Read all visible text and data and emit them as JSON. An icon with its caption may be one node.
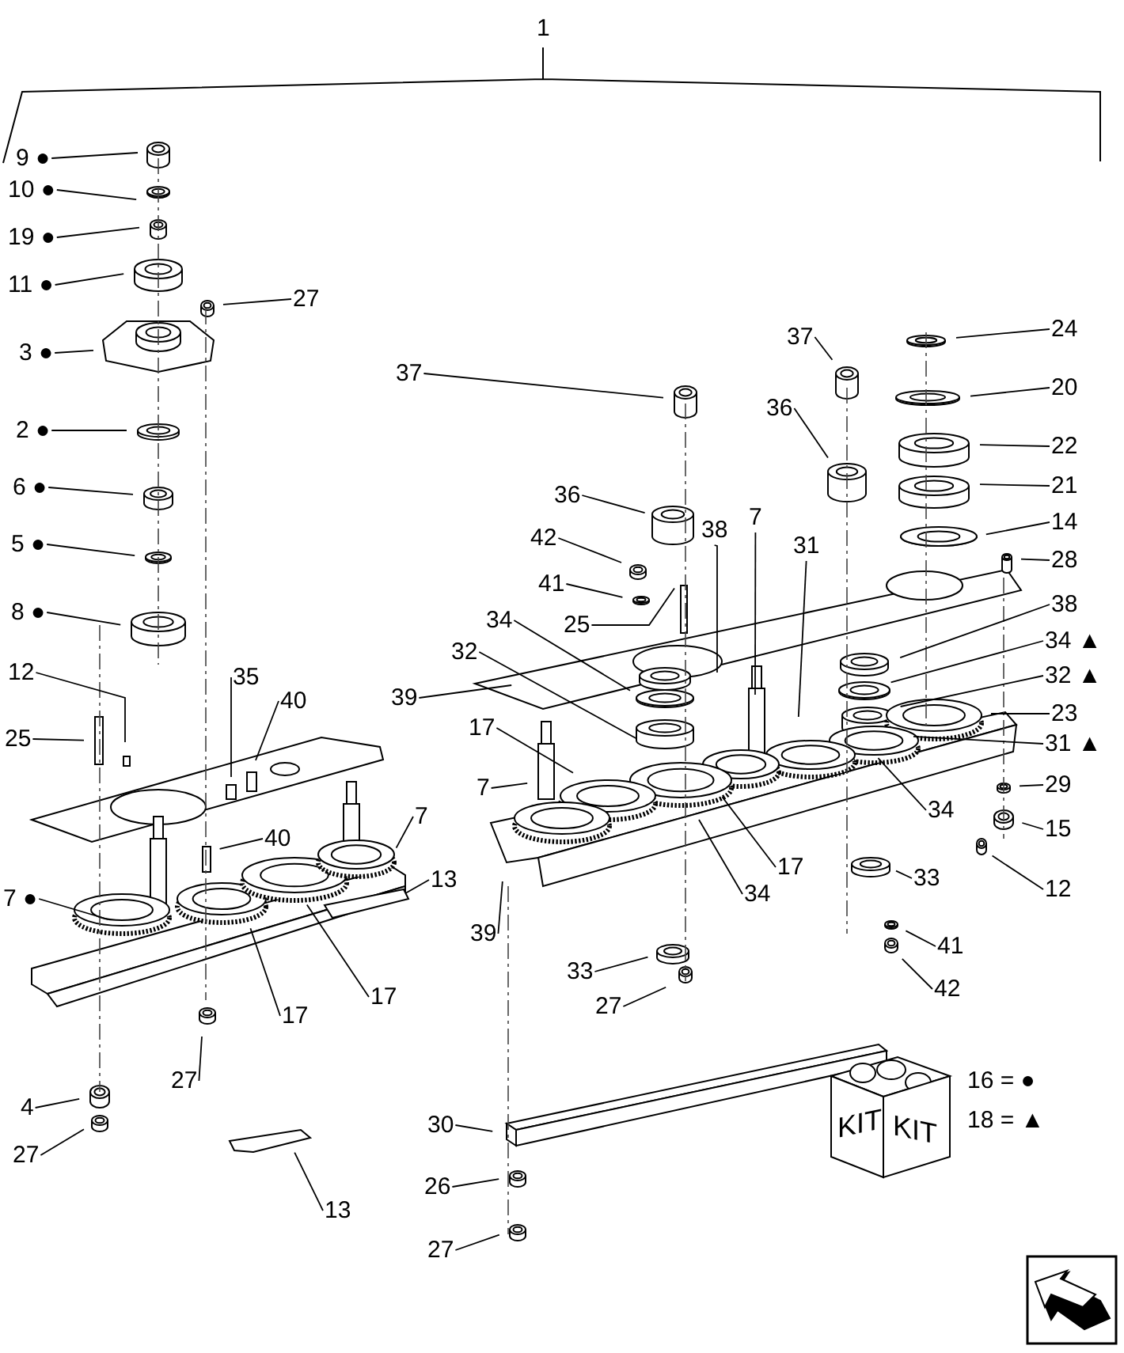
{
  "diagram": {
    "nodes": [
      {
        "text": [
          "9 ●"
        ]
      },
      {
        "text": [
          "10 ●"
        ]
      },
      {
        "text": [
          "19 ●"
        ]
      },
      {
        "text": [
          "11 ●"
        ]
      },
      {
        "text": [
          "3 ●"
        ]
      },
      {
        "text": [
          "27"
        ]
      },
      {
        "text": [
          "2 ●"
        ]
      },
      {
        "text": [
          "6 ●"
        ]
      },
      {
        "text": [
          "5 ●"
        ]
      },
      {
        "text": [
          "8 ●"
        ]
      },
      {
        "text": [
          "12"
        ]
      },
      {
        "text": [
          "25"
        ]
      },
      {
        "text": [
          "35"
        ]
      },
      {
        "text": [
          "40"
        ]
      },
      {
        "text": [
          "40"
        ]
      },
      {
        "text": [
          "7"
        ]
      },
      {
        "text": [
          "7 ●"
        ]
      },
      {
        "text": [
          "13"
        ]
      },
      {
        "text": [
          "17"
        ]
      },
      {
        "text": [
          "17"
        ]
      },
      {
        "text": [
          "27"
        ]
      },
      {
        "text": [
          "4"
        ]
      },
      {
        "text": [
          "27"
        ]
      },
      {
        "text": [
          "13"
        ]
      },
      {
        "text": [
          "37"
        ]
      },
      {
        "text": [
          "36"
        ]
      },
      {
        "text": [
          "42"
        ]
      },
      {
        "text": [
          "41"
        ]
      },
      {
        "text": [
          "25"
        ]
      },
      {
        "text": [
          "38"
        ]
      },
      {
        "text": [
          "7"
        ]
      },
      {
        "text": [
          "31"
        ]
      },
      {
        "text": [
          "34"
        ]
      },
      {
        "text": [
          "32"
        ]
      },
      {
        "text": [
          "39"
        ]
      },
      {
        "text": [
          "37"
        ]
      },
      {
        "text": [
          "36"
        ]
      },
      {
        "text": [
          "24"
        ]
      },
      {
        "text": [
          "20"
        ]
      },
      {
        "text": [
          "22"
        ]
      },
      {
        "text": [
          "21"
        ]
      },
      {
        "text": [
          "14"
        ]
      },
      {
        "text": [
          "28"
        ]
      },
      {
        "text": [
          "38"
        ]
      },
      {
        "text": [
          "34 ▲"
        ]
      },
      {
        "text": [
          "32 ▲"
        ]
      },
      {
        "text": [
          "23"
        ]
      },
      {
        "text": [
          "31 ▲"
        ]
      },
      {
        "text": [
          "17"
        ]
      },
      {
        "text": [
          "7"
        ]
      },
      {
        "text": [
          "17"
        ]
      },
      {
        "text": [
          "34"
        ]
      },
      {
        "text": [
          "34"
        ]
      },
      {
        "text": [
          "39"
        ]
      },
      {
        "text": [
          "29"
        ]
      },
      {
        "text": [
          "15"
        ]
      },
      {
        "text": [
          "12"
        ]
      },
      {
        "text": [
          "33"
        ]
      },
      {
        "text": [
          "33"
        ]
      },
      {
        "text": [
          "27"
        ]
      },
      {
        "text": [
          "41"
        ]
      },
      {
        "text": [
          "42"
        ]
      },
      {
        "text": [
          "30"
        ]
      },
      {
        "text": [
          "26"
        ]
      },
      {
        "text": [
          "27"
        ]
      }
    ],
    "edges": [
      {
        "from": 0,
        "to": null,
        "arrow": "none"
      },
      {
        "from": 1,
        "to": null,
        "arrow": "none"
      },
      {
        "from": 2,
        "to": null,
        "arrow": "none"
      },
      {
        "from": 3,
        "to": null,
        "arrow": "none"
      },
      {
        "from": 4,
        "to": null,
        "arrow": "none"
      },
      {
        "from": 5,
        "to": null,
        "arrow": "none"
      },
      {
        "from": 6,
        "to": null,
        "arrow": "none"
      },
      {
        "from": 7,
        "to": null,
        "arrow": "none"
      },
      {
        "from": 8,
        "to": null,
        "arrow": "none"
      },
      {
        "from": 9,
        "to": null,
        "arrow": "none"
      },
      {
        "from": 10,
        "to": null,
        "arrow": "none"
      },
      {
        "from": 11,
        "to": null,
        "arrow": "none"
      },
      {
        "from": 12,
        "to": null,
        "arrow": "none"
      },
      {
        "from": 13,
        "to": null,
        "arrow": "none"
      },
      {
        "from": 14,
        "to": null,
        "arrow": "none"
      },
      {
        "from": 15,
        "to": null,
        "arrow": "none"
      },
      {
        "from": 16,
        "to": null,
        "arrow": "none"
      },
      {
        "from": 17,
        "to": null,
        "arrow": "none"
      },
      {
        "from": 18,
        "to": null,
        "arrow": "none"
      },
      {
        "from": 19,
        "to": null,
        "arrow": "none"
      },
      {
        "from": 20,
        "to": null,
        "arrow": "none"
      },
      {
        "from": 21,
        "to": null,
        "arrow": "none"
      },
      {
        "from": 22,
        "to": null,
        "arrow": "none"
      },
      {
        "from": 23,
        "to": null,
        "arrow": "none"
      },
      {
        "from": 24,
        "to": null,
        "arrow": "none"
      },
      {
        "from": 25,
        "to": null,
        "arrow": "none"
      },
      {
        "from": 26,
        "to": null,
        "arrow": "none"
      },
      {
        "from": 27,
        "to": null,
        "arrow": "none"
      },
      {
        "from": 28,
        "to": null,
        "arrow": "none"
      },
      {
        "from": 29,
        "to": null,
        "arrow": "none"
      },
      {
        "from": 30,
        "to": null,
        "arrow": "none"
      },
      {
        "from": 31,
        "to": null,
        "arrow": "none"
      },
      {
        "from": 32,
        "to": null,
        "arrow": "none"
      },
      {
        "from": 33,
        "to": null,
        "arrow": "none"
      },
      {
        "from": 34,
        "to": null,
        "arrow": "none"
      },
      {
        "from": 35,
        "to": null,
        "arrow": "none"
      },
      {
        "from": 36,
        "to": null,
        "arrow": "none"
      },
      {
        "from": 37,
        "to": null,
        "arrow": "none"
      },
      {
        "from": 38,
        "to": null,
        "arrow": "none"
      },
      {
        "from": 39,
        "to": null,
        "arrow": "none"
      },
      {
        "from": 40,
        "to": null,
        "arrow": "none"
      },
      {
        "from": 41,
        "to": null,
        "arrow": "none"
      },
      {
        "from": 42,
        "to": null,
        "arrow": "none"
      },
      {
        "from": 43,
        "to": null,
        "arrow": "none"
      },
      {
        "from": 44,
        "to": null,
        "arrow": "none"
      },
      {
        "from": 45,
        "to": null,
        "arrow": "none"
      },
      {
        "from": 46,
        "to": null,
        "arrow": "none"
      },
      {
        "from": 47,
        "to": null,
        "arrow": "none"
      },
      {
        "from": 48,
        "to": null,
        "arrow": "none"
      },
      {
        "from": 49,
        "to": null,
        "arrow": "none"
      },
      {
        "from": 50,
        "to": null,
        "arrow": "none"
      },
      {
        "from": 51,
        "to": null,
        "arrow": "none"
      },
      {
        "from": 52,
        "to": null,
        "arrow": "none"
      },
      {
        "from": 53,
        "to": null,
        "arrow": "none"
      },
      {
        "from": 54,
        "to": null,
        "arrow": "none"
      },
      {
        "from": 55,
        "to": null,
        "arrow": "none"
      },
      {
        "from": 56,
        "to": null,
        "arrow": "none"
      },
      {
        "from": 57,
        "to": null,
        "arrow": "none"
      },
      {
        "from": 58,
        "to": null,
        "arrow": "none"
      },
      {
        "from": 59,
        "to": null,
        "arrow": "none"
      },
      {
        "from": 60,
        "to": null,
        "arrow": "none"
      },
      {
        "from": 61,
        "to": null,
        "arrow": "none"
      },
      {
        "from": 62,
        "to": null,
        "arrow": "none"
      },
      {
        "from": 63,
        "to": null,
        "arrow": "none"
      },
      {
        "from": 64,
        "to": null,
        "arrow": "none"
      }
    ],
    "labels": [
      "1",
      "KIT",
      "KIT",
      "16 = ●",
      "18 = ▲"
    ]
  }
}
